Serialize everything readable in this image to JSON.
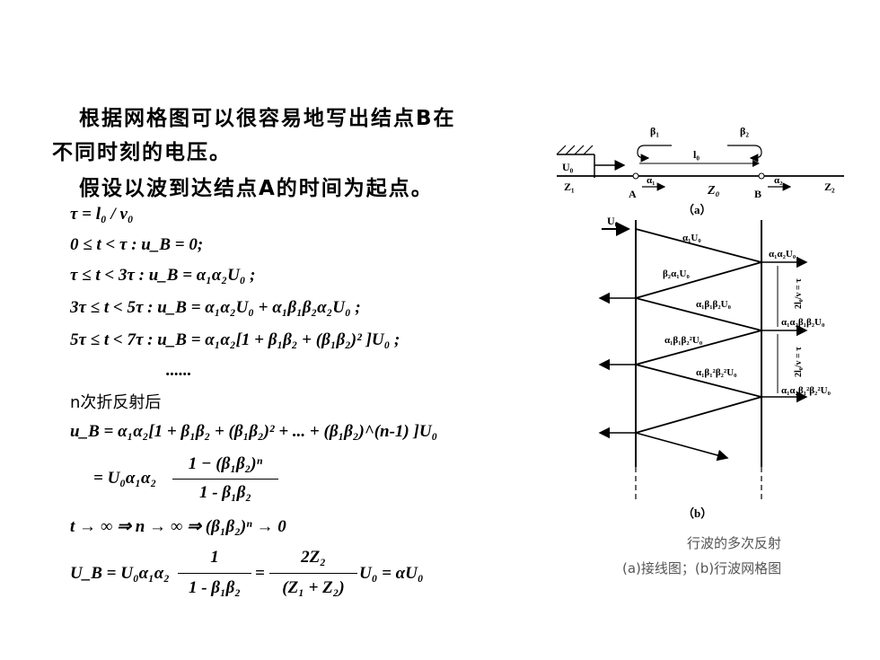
{
  "intro": {
    "line1": "根据网格图可以很容易地写出结点B在",
    "line2": "不同时刻的电压。",
    "line3": "假设以波到达结点A的时间为起点。"
  },
  "equations": {
    "tau": "τ = l₀ / v₀",
    "case1": "0 ≤ t < τ : u_B = 0;",
    "case2": "τ ≤ t < 3τ : u_B = α₁α₂U₀ ;",
    "case3": "3τ ≤ t < 5τ : u_B = α₁α₂U₀ + α₁β₁β₂α₂U₀ ;",
    "case4": "5τ ≤ t < 7τ : u_B = α₁α₂[1 + β₁β₂ + (β₁β₂)² ]U₀ ;",
    "dots": "......",
    "n_label": "n次折反射后",
    "general": "u_B = α₁α₂[1 + β₁β₂ + (β₁β₂)² + ... + (β₁β₂)^(n-1) ]U₀",
    "sum_lhs": "= U₀α₁α₂",
    "sum_num": "1 − (β₁β₂)ⁿ",
    "sum_den": "1 - β₁β₂",
    "limit": "t → ∞ ⇒ n → ∞ ⇒ (β₁β₂)ⁿ → 0",
    "final_lhs": "U_B = U₀α₁α₂",
    "final_num1": "1",
    "final_den1": "1 - β₁β₂",
    "final_eq": "=",
    "final_num2": "2Z₂",
    "final_den2": "(Z₁ + Z₂)",
    "final_rhs": "U₀ = αU₀"
  },
  "diagram": {
    "label_a": "（a）",
    "label_b": "（b）",
    "caption_title": "行波的多次反射",
    "caption_sub": "(a)接线图；(b)行波网格图",
    "node_a": "A",
    "node_b": "B",
    "z0": "Z₀",
    "z1": "Z₁",
    "z2": "Z₂",
    "l0": "l₀",
    "u0": "U₀",
    "beta1": "β₁",
    "beta2": "β₂",
    "alpha1": "α₁",
    "alpha2": "α₂",
    "wave_labels": [
      "α₁U₀",
      "β₂α₁U₀",
      "α₁β₁β₂U₀",
      "α₁β₁β₂²U₀",
      "α₁β₁²β₂²U₀"
    ],
    "right_labels": [
      "α₁α₂U₀",
      "α₁α₂β₁β₂U₀",
      "α₁α₂β₁²β₂²U₀"
    ],
    "time_labels": [
      "2l₀/v = τ",
      "2l₀/v = τ"
    ]
  }
}
